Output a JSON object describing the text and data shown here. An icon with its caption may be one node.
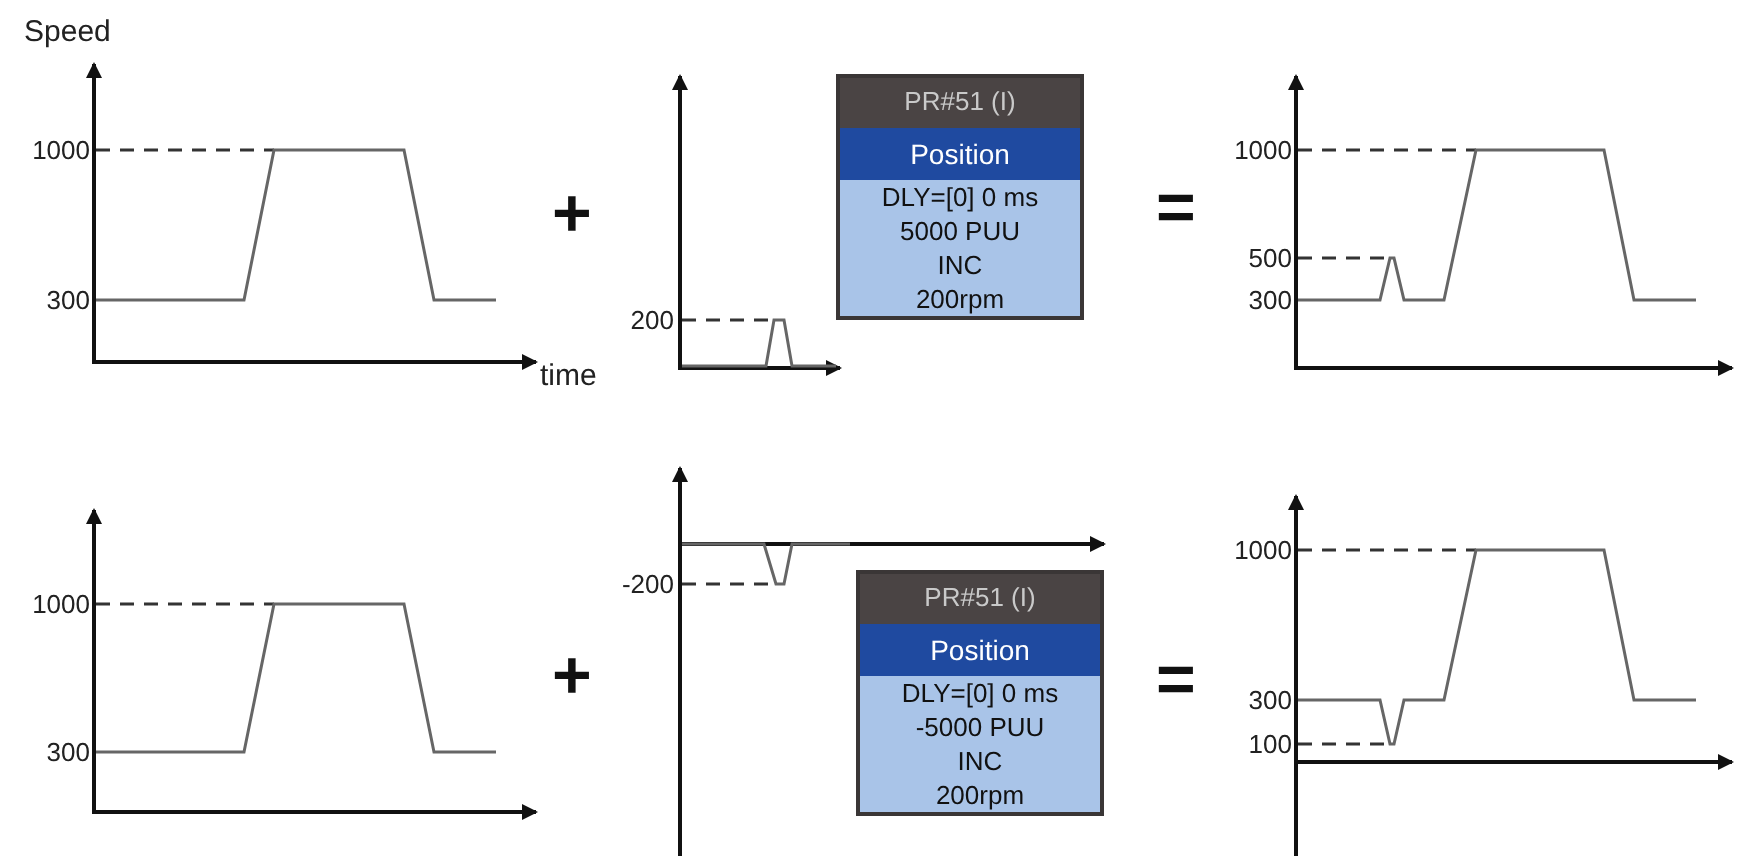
{
  "diagram": {
    "nodes": [
      {
        "text": [
          "PR#51 (I)",
          "Position",
          "DLY=[0] 0 ms",
          "5000 PUU",
          "INC",
          "200rpm"
        ]
      },
      {
        "text": [
          "PR#51 (I)",
          "Position",
          "DLY=[0] 0 ms",
          "-5000 PUU",
          "INC",
          "200rpm"
        ]
      }
    ],
    "labels": [
      "Speed",
      "1000",
      "300",
      "time",
      "+",
      "200",
      "=",
      "1000",
      "500",
      "300",
      "1000",
      "300",
      "+",
      "-200",
      "=",
      "1000",
      "300",
      "100"
    ]
  }
}
